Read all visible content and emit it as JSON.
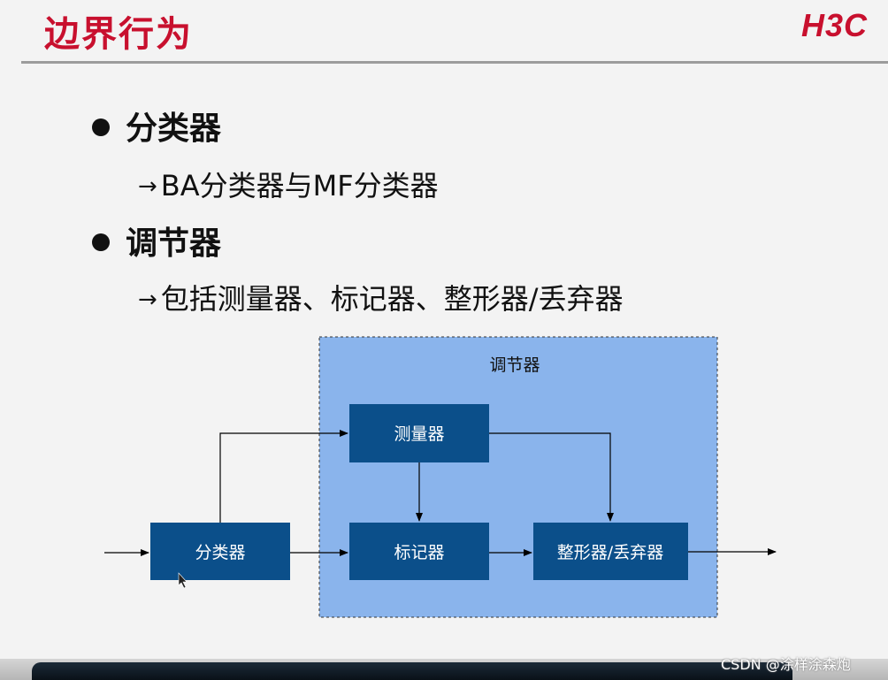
{
  "header": {
    "title": "边界行为",
    "logo_text": "H3C"
  },
  "bullets": [
    {
      "label": "分类器",
      "sub": "BA分类器与MF分类器"
    },
    {
      "label": "调节器",
      "sub": "包括测量器、标记器、整形器/丢弃器"
    }
  ],
  "sub_arrow": "→",
  "diagram": {
    "region_label": "调节器",
    "nodes": {
      "classifier": "分类器",
      "meter": "测量器",
      "marker": "标记器",
      "shaper": "整形器/丢弃器"
    }
  },
  "watermark": "CSDN @涂样涂森炮",
  "colors": {
    "title": "#c8102e",
    "region_fill": "#8ab4ec",
    "node_fill": "#0b4f8a",
    "node_text": "#ffffff"
  }
}
